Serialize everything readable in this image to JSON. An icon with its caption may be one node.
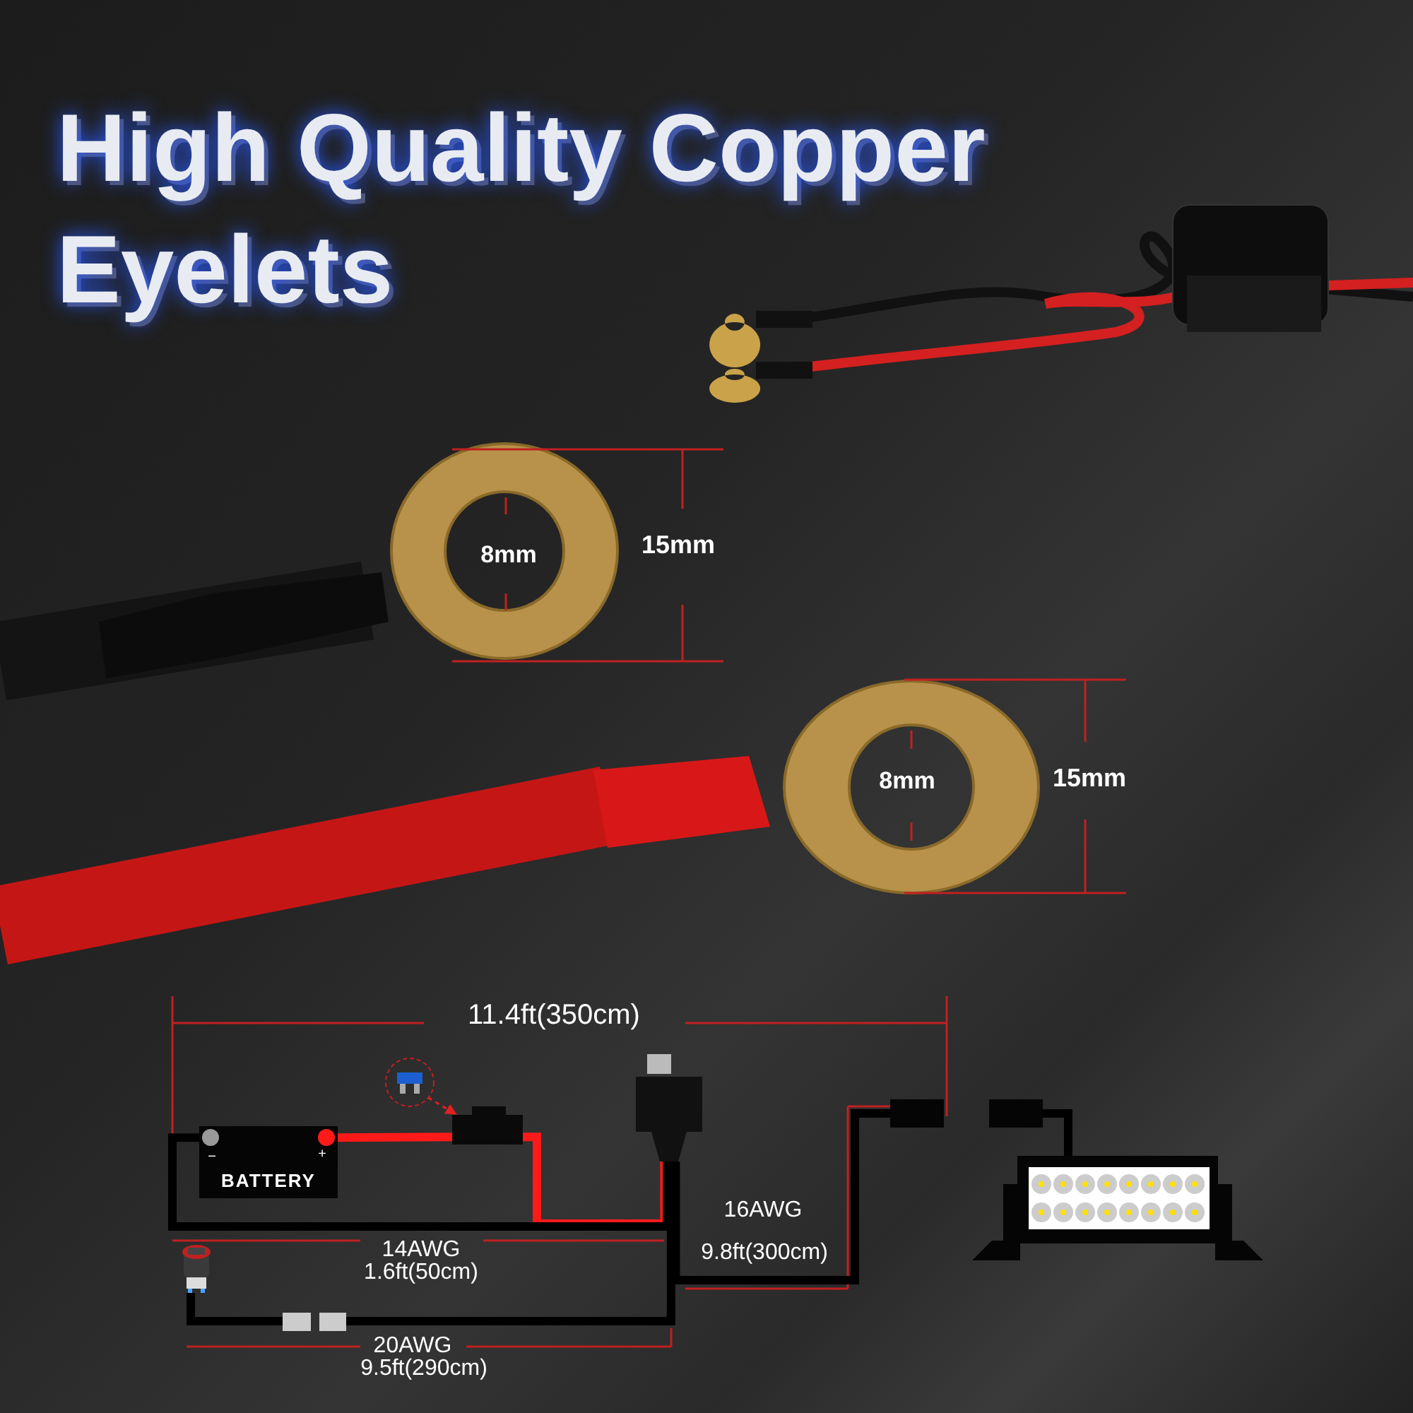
{
  "diagram": {
    "title": "High Quality Copper Eyelets",
    "nodes": [
      {
        "text": [
          "BATTERY"
        ]
      },
      {
        "text": [],
        "shape": "box"
      },
      {
        "text": [],
        "shape": "picture"
      },
      {
        "text": [],
        "shape": "box"
      },
      {
        "text": [],
        "shape": "picture"
      },
      {
        "text": [],
        "shape": "box"
      },
      {
        "text": [],
        "shape": "box"
      },
      {
        "text": [],
        "shape": "box"
      },
      {
        "text": [],
        "shape": "picture"
      }
    ],
    "edges": [
      {
        "from": 0,
        "to": 1,
        "arrow": "none",
        "color": "#ff1a1a"
      },
      {
        "from": 1,
        "to": 3,
        "arrow": "none",
        "color": "#ff1a1a"
      },
      {
        "from": 0,
        "to": 3,
        "arrow": "none"
      },
      {
        "from": 3,
        "to": 5,
        "arrow": "none"
      },
      {
        "from": 5,
        "to": 4,
        "arrow": "none"
      },
      {
        "from": 3,
        "to": 6,
        "arrow": "none"
      },
      {
        "from": 7,
        "to": 8,
        "arrow": "none"
      },
      {
        "from": 2,
        "to": 1,
        "arrow": "to",
        "style": "dashed",
        "color": "#e02020"
      }
    ],
    "labels": [
      "8mm",
      "15mm",
      "8mm",
      "15mm",
      "11.4ft(350cm)",
      "−",
      "+",
      "14AWG",
      "1.6ft(50cm)",
      "16AWG",
      "9.8ft(300cm)",
      "20AWG",
      "9.5ft(290cm)"
    ]
  }
}
